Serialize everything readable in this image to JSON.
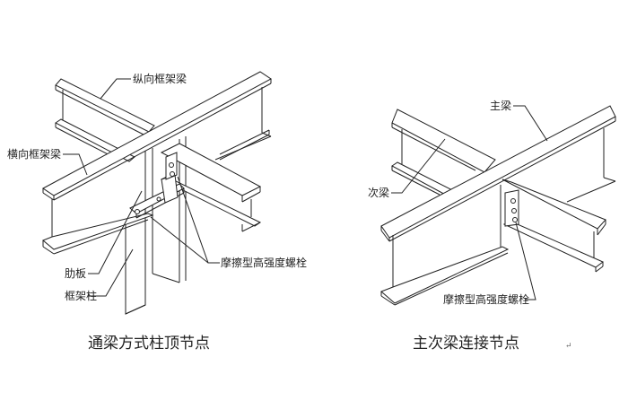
{
  "left_diagram": {
    "caption": "通梁方式柱顶节点",
    "labels": {
      "longitudinal_beam": "纵向框架梁",
      "transverse_beam": "横向框架梁",
      "stiffener": "肋板",
      "column": "框架柱",
      "bolt": "摩擦型高强度螺栓"
    }
  },
  "right_diagram": {
    "caption": "主次梁连接节点",
    "caption_mark": "↵",
    "labels": {
      "main_beam": "主梁",
      "secondary_beam": "次梁",
      "bolt": "摩擦型高强度螺栓"
    }
  }
}
